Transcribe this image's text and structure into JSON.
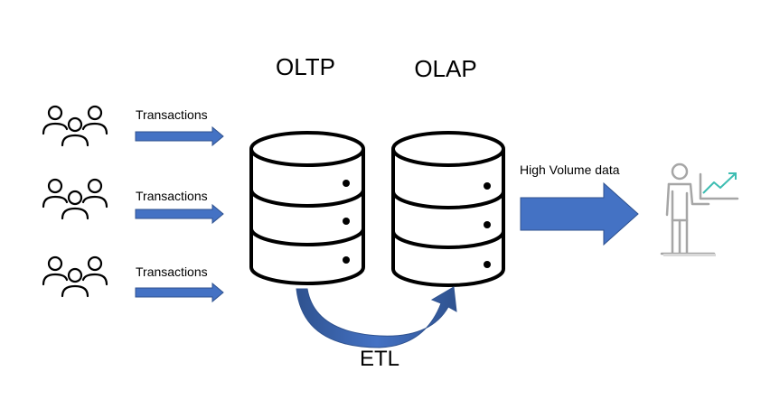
{
  "labels": {
    "oltp": "OLTP",
    "olap": "OLAP",
    "etl": "ETL",
    "high_volume": "High Volume data",
    "transactions": [
      "Transactions",
      "Transactions",
      "Transactions"
    ]
  },
  "icons": {
    "users": "users-group-icon",
    "database": "database-icon",
    "analyst": "presenter-with-chart-icon"
  },
  "colors": {
    "arrow": "#4472C4",
    "arrow_dark": "#2F528F",
    "stroke": "#000000",
    "analyst": "#A6A6A6",
    "chart_line": "#3DBDB2"
  }
}
